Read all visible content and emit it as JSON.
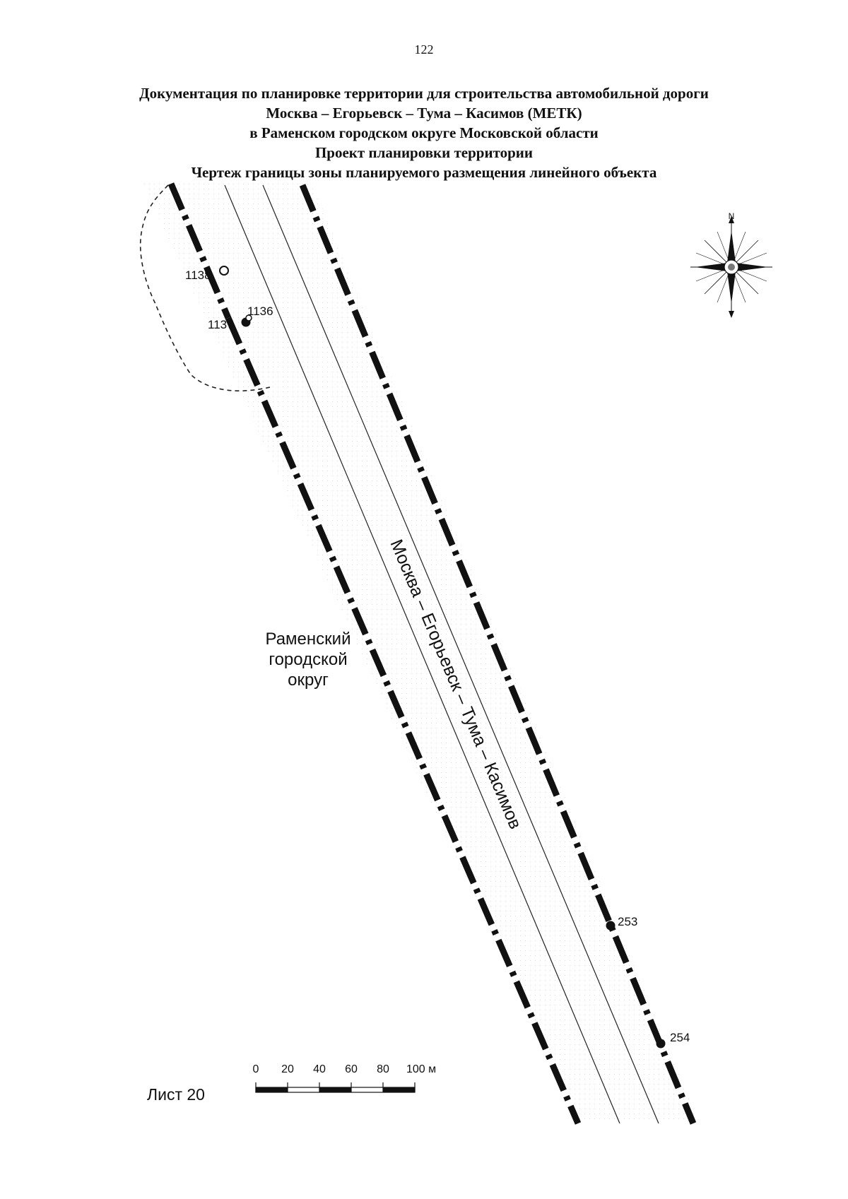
{
  "page_number": "122",
  "title_lines": [
    "Документация по планировке территории для строительства автомобильной дороги",
    "Москва – Егорьевск – Тума – Касимов (МЕТК)",
    "в Раменском городском округе Московской области",
    "Проект планировки территории",
    "Чертеж границы зоны планируемого размещения линейного объекта"
  ],
  "road_label": "Москва – Егорьевск – Тума – Касимов",
  "district_label": [
    "Раменский",
    "городской",
    "округ"
  ],
  "points": {
    "p1138": "1138",
    "p1137": "1137",
    "p1136": "1136",
    "p253": "253",
    "p254": "254"
  },
  "compass": {
    "north_label": "N"
  },
  "scale_bar": {
    "ticks": [
      "0",
      "20",
      "40",
      "60",
      "80",
      "100 м"
    ]
  },
  "sheet_label": "Лист 20",
  "colors": {
    "ink": "#111111",
    "background": "#ffffff"
  }
}
